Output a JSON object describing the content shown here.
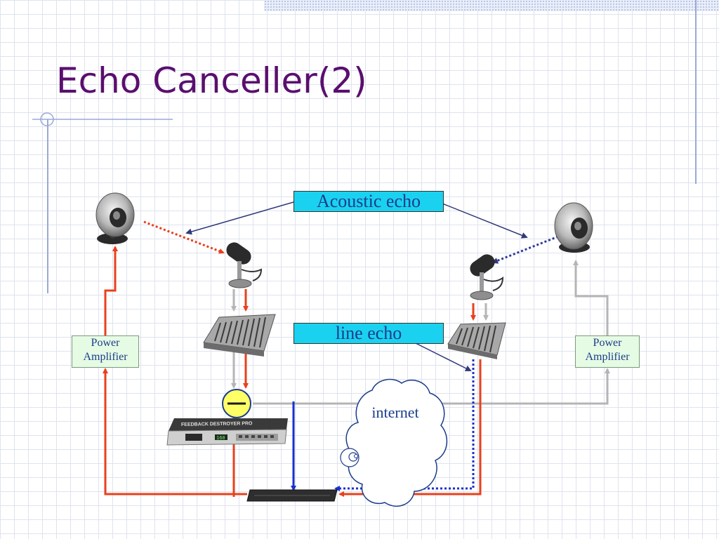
{
  "slide": {
    "title": "Echo Canceller(2)"
  },
  "labels": {
    "acoustic_echo": "Acoustic echo",
    "line_echo": "line echo",
    "power_amplifier_left": "Power Amplifier",
    "power_amplifier_right": "Power Amplifier",
    "internet": "internet",
    "device_text": "FEEDBACK DESTROYER PRO",
    "device_display": "160"
  },
  "colors": {
    "title": "#5a0f6e",
    "label_box_fill": "#1ad2ef",
    "amplifier_fill": "#e6fbe4",
    "signal_red": "#e8401c",
    "signal_gray": "#b5b5b5",
    "signal_blue": "#1a2fd0",
    "annotation_navy": "#303a7a"
  },
  "icons": [
    "speaker-icon",
    "microphone-icon",
    "mixer-icon",
    "subtractor-icon",
    "echo-canceller-device-icon",
    "rack-unit-icon",
    "cloud-icon"
  ]
}
